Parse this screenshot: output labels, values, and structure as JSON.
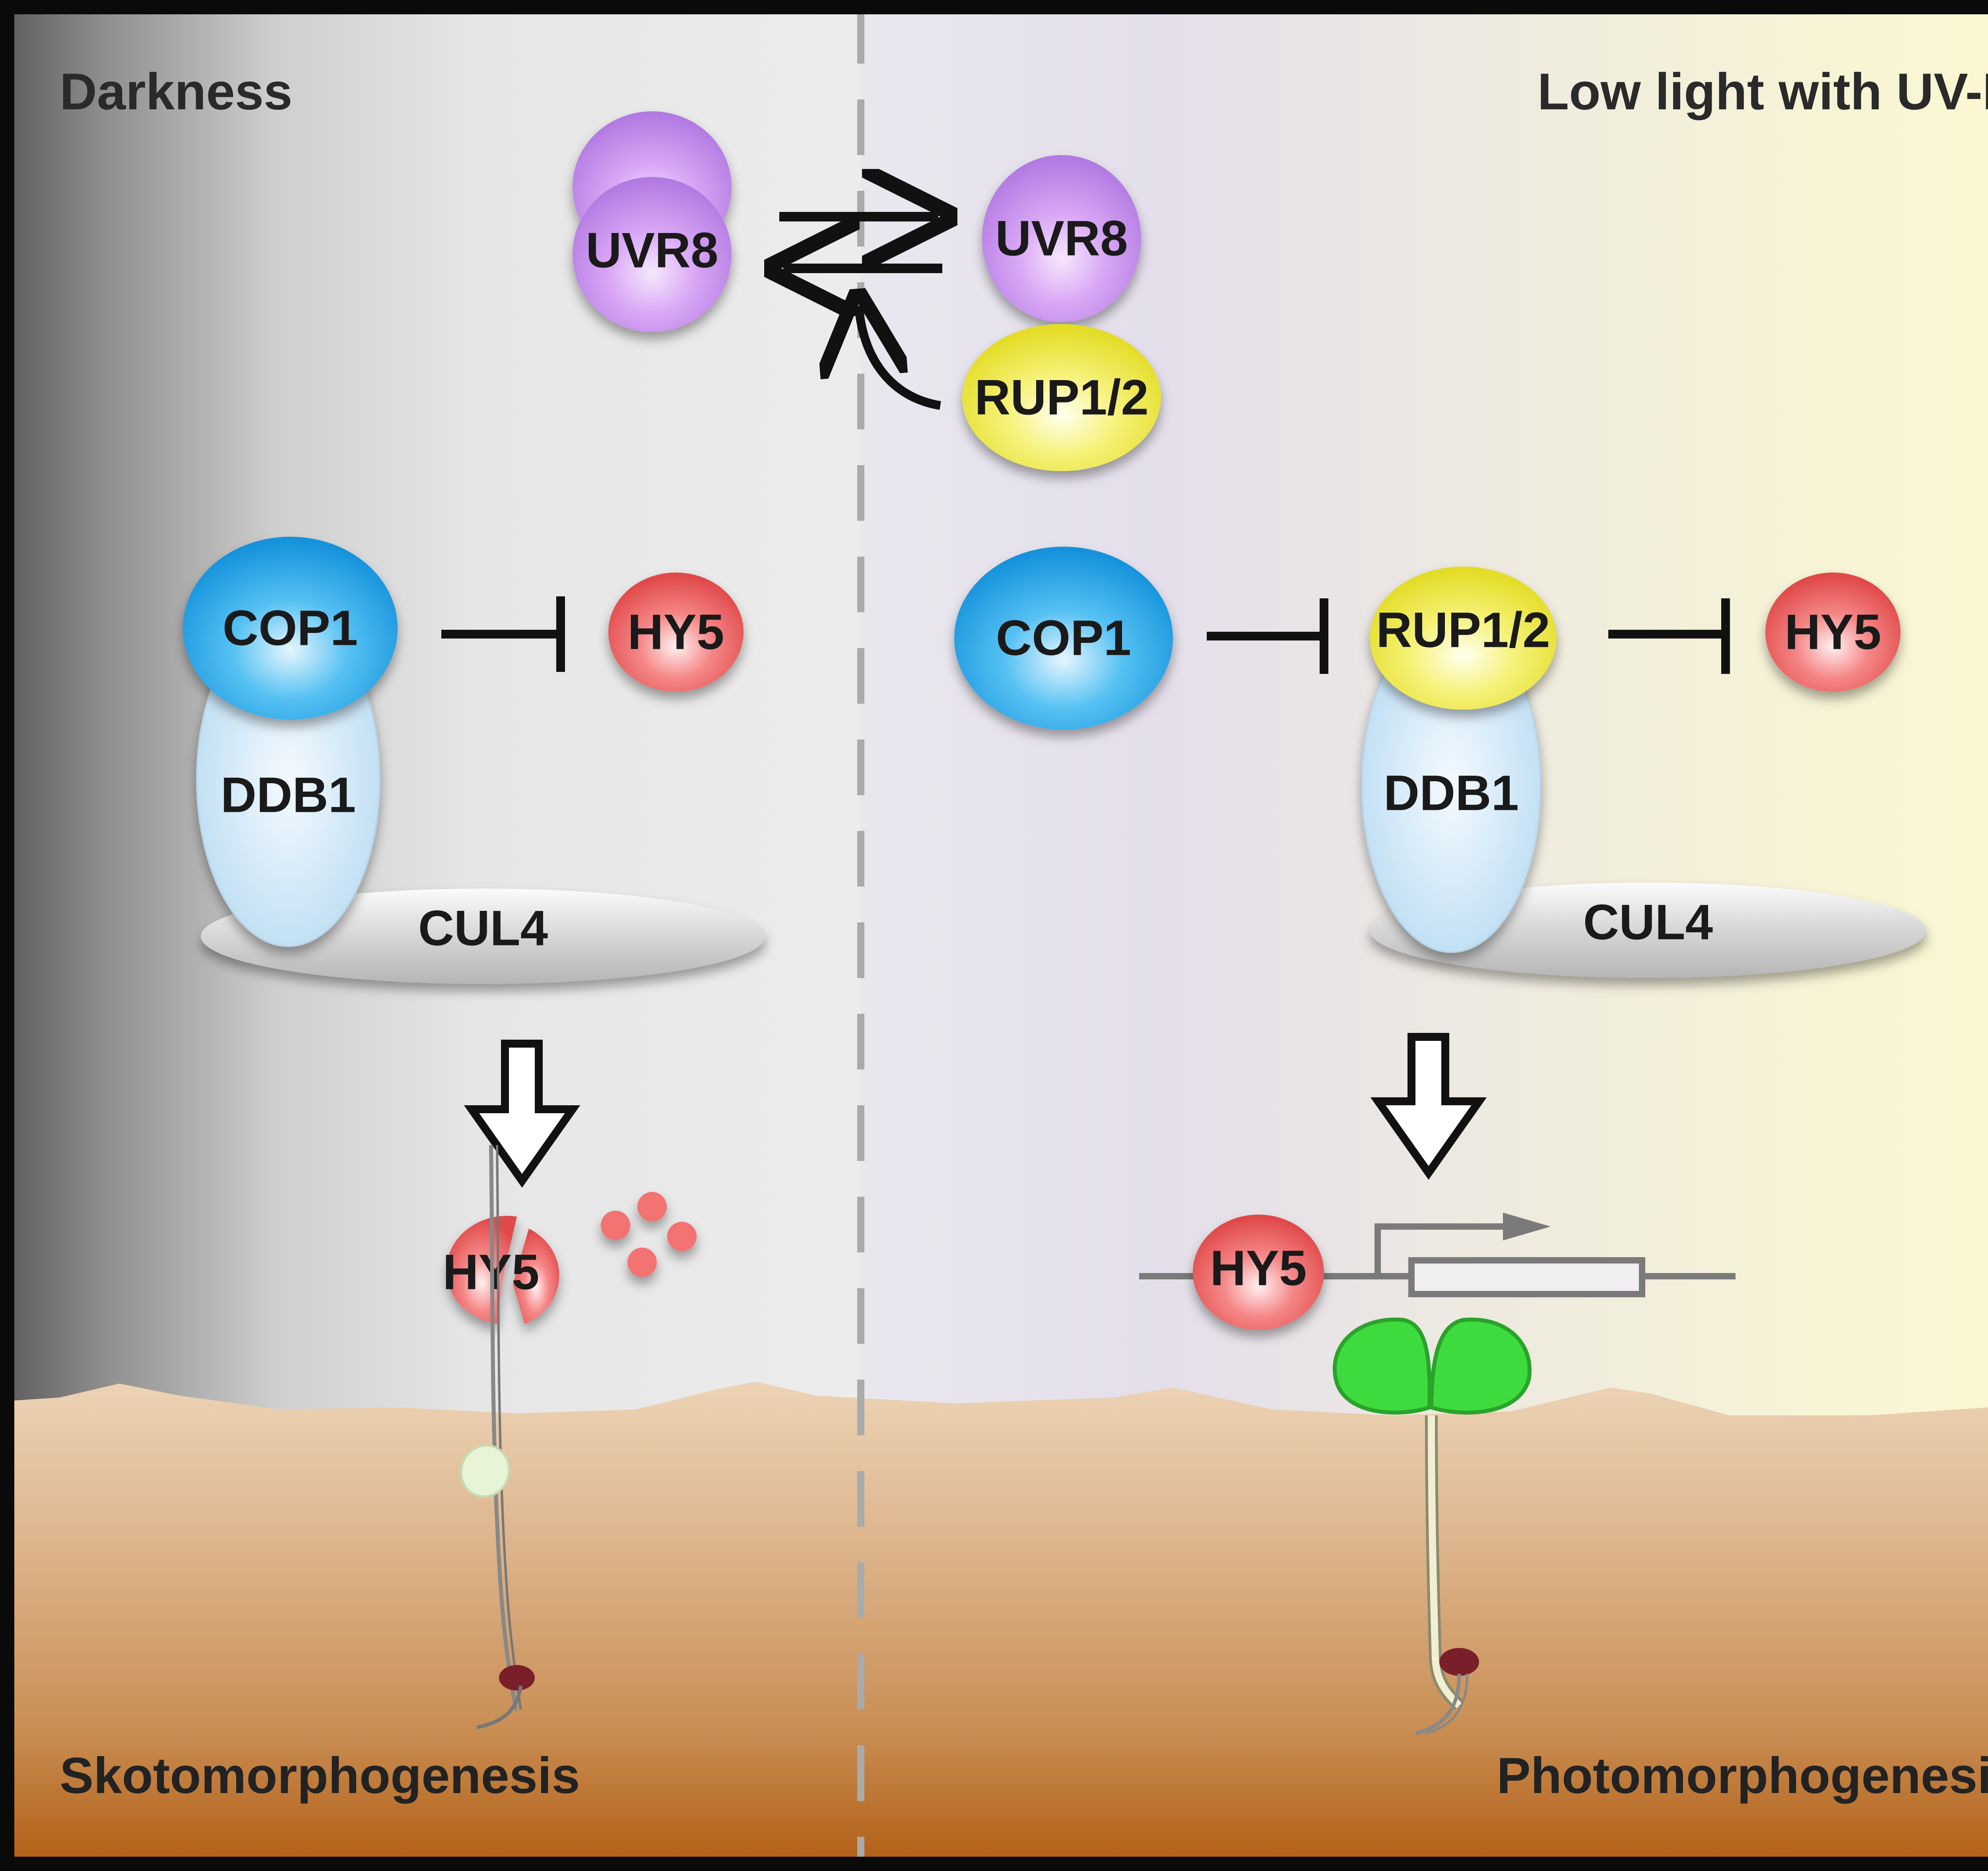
{
  "figure": {
    "left_panel": {
      "condition": "Darkness",
      "outcome": "Skotomorphogenesis",
      "proteins": {
        "uvr8_dimer": "UVR8",
        "cop1": "COP1",
        "hy5_target": "HY5",
        "ddb1": "DDB1",
        "cul4": "CUL4",
        "hy5_degraded": "HY5"
      }
    },
    "right_panel": {
      "condition": "Low light with UV-B",
      "outcome": "Photomorphogenesis",
      "proteins": {
        "uvr8_monomer": "UVR8",
        "rup_top": "RUP1/2",
        "cop1": "COP1",
        "rup_complex": "RUP1/2",
        "hy5_target": "HY5",
        "ddb1": "DDB1",
        "cul4": "CUL4",
        "hy5_bound": "HY5"
      }
    },
    "colors": {
      "uvr8": "#c98ef0",
      "cop1": "#29a9ec",
      "hy5": "#f06464",
      "rup": "#f4f04a",
      "ddb1": "#cde6f6",
      "cul4": "#cfcfcf",
      "soil_top": "#ecd2b4",
      "soil_bottom": "#b45f14",
      "leaf": "#3fdc3f"
    }
  }
}
